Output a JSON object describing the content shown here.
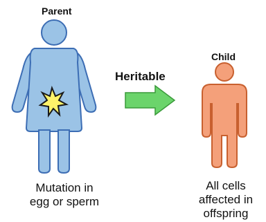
{
  "labels": {
    "parent": "Parent",
    "child": "Child",
    "heritable": "Heritable"
  },
  "captions": {
    "parent": [
      "Mutation in",
      "egg or sperm"
    ],
    "child": [
      "All cells",
      "affected in",
      "offspring"
    ]
  },
  "colors": {
    "parent_fill": "#9bc3e6",
    "parent_stroke": "#3c6db4",
    "child_fill": "#f4a07a",
    "child_stroke": "#c8602f",
    "arrow_fill": "#6bd46b",
    "arrow_stroke": "#3a9a3a",
    "star_fill": "#fff36a",
    "star_stroke": "#1a1a1a"
  },
  "icons": {
    "parent": "female-figure-icon",
    "child": "male-figure-icon",
    "mutation": "mutation-star-icon",
    "arrow": "right-arrow-icon"
  }
}
